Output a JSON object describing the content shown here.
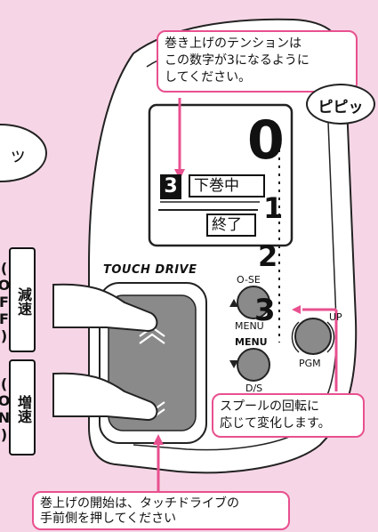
{
  "brand": "TOUCH DRIVE",
  "callouts": {
    "top": "巻き上げのテンションは\nこの数字が3になるように\nしてください。",
    "sound": "ピピッ",
    "spool": "スプールの回転に\n応じて変化します。",
    "bottom": "巻上げの開始は、タッチドライブの\n手前側を押してください"
  },
  "partial_bubble": "ッ",
  "display": {
    "tension": "3",
    "status_top": "下巻中",
    "status_bottom": "終了",
    "counter": [
      "0",
      "1",
      "2",
      "3"
    ]
  },
  "side_labels": {
    "decelerate": "減速(OFF)",
    "accelerate": "増速(ON)"
  },
  "buttons": {
    "ose": "O-SE",
    "menu_top": "MENU",
    "menu": "MENU",
    "up": "UP",
    "pgm": "PGM",
    "ds": "D/S"
  },
  "colors": {
    "background": "#f6d6e6",
    "accent": "#e8508f",
    "panel": "#8a8a8a"
  }
}
